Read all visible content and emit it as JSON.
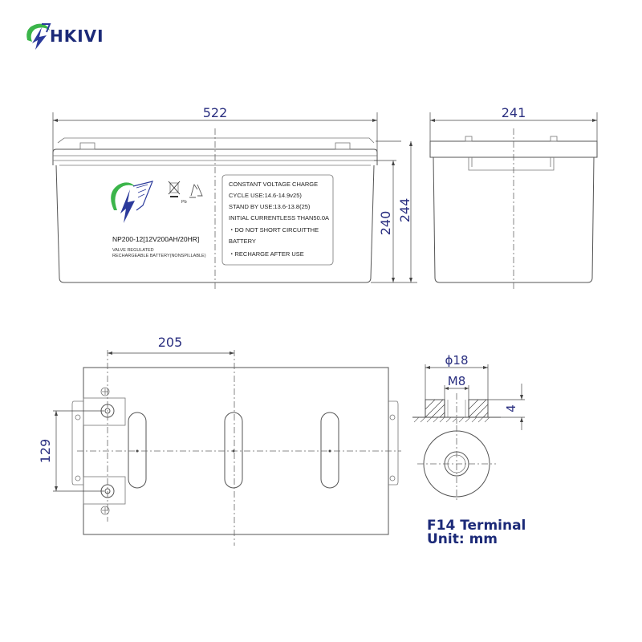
{
  "brand": {
    "name": "HKIVI"
  },
  "front_view": {
    "width_label": "522",
    "height_label": "240",
    "overall_height_label": "244",
    "model": "NP200-12[12V200AH/20HR]",
    "type_line1": "VALVE REGULATED",
    "type_line2": "RECHARGEABLE BATTERY(NONSPILLABLE)",
    "label_lines": [
      "CONSTANT VOLTAGE CHARGE",
      "CYCLE USE:14.6-14.9v25)",
      "STAND BY USE:13.6-13.8(25)",
      "INITIAL CURRENTLESS THAN50.0A",
      "・DO NOT SHORT CIRCUITTHE",
      "BATTERY",
      "・RECHARGE AFTER USE"
    ],
    "pb_mark": "Pb"
  },
  "side_view": {
    "depth_label": "241"
  },
  "top_view": {
    "terminal_offset_label": "205",
    "terminal_spacing_label": "129"
  },
  "terminal_detail": {
    "diameter_label": "ϕ18",
    "thread_label": "M8",
    "height_label": "4"
  },
  "caption": {
    "line1": "F14 Terminal",
    "line2": "Unit: mm"
  },
  "colors": {
    "dimension_text": "#2a2f80",
    "brand_blue": "#1c2a78",
    "logo_green": "#3bb54a",
    "logo_blue": "#2b3a9b"
  }
}
